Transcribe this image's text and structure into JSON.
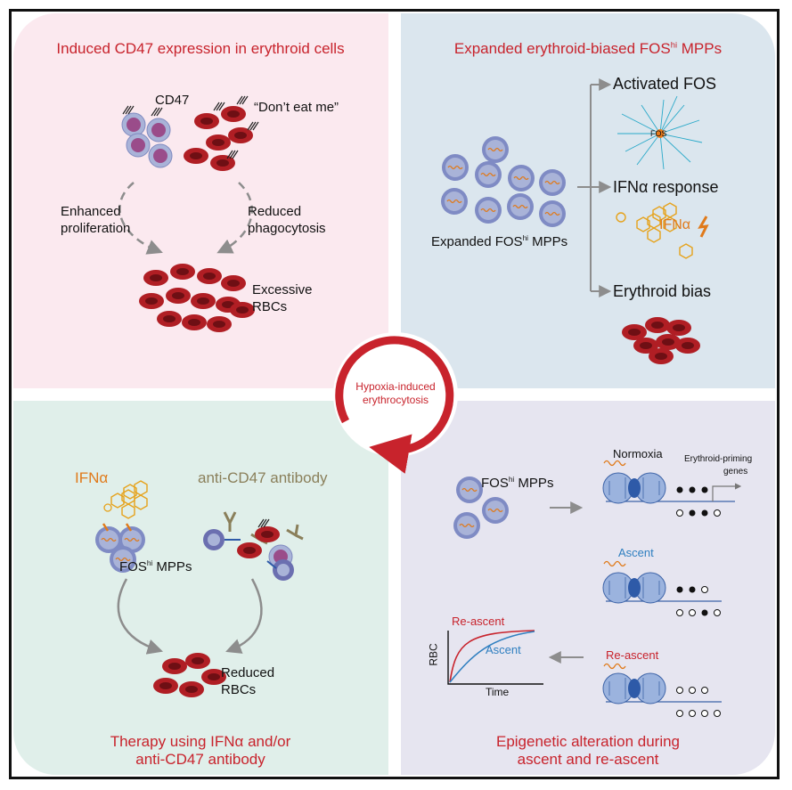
{
  "panels": {
    "top_left": {
      "title": "Induced CD47 expression in erythroid cells",
      "cd47": "CD47",
      "dont_eat_me": "“Don’t eat me”",
      "enhanced": "Enhanced",
      "proliferation": "proliferation",
      "reduced": "Reduced",
      "phagocytosis": "phagocytosis",
      "excessive": "Excessive",
      "rbcs": "RBCs"
    },
    "top_right": {
      "title_a": "Expanded erythroid-biased FOS",
      "title_sup": "hi",
      "title_b": " MPPs",
      "activated_fos": "Activated FOS",
      "fos_node": "FOS",
      "ifn_response": "IFNα response",
      "ifn_label": "IFNα",
      "expanded_a": "Expanded FOS",
      "expanded_sup": "hi",
      "expanded_b": " MPPs",
      "erythroid_bias": "Erythroid bias"
    },
    "bottom_left": {
      "ifn": "IFNα",
      "anti_cd47": "anti-CD47 antibody",
      "fos_a": "FOS",
      "fos_sup": "hi",
      "fos_b": " MPPs",
      "reduced": "Reduced",
      "rbcs": "RBCs",
      "title_line1": "Therapy using IFNα and/or",
      "title_line2": "anti-CD47 antibody"
    },
    "bottom_right": {
      "fos_a": "FOS",
      "fos_sup": "hi",
      "fos_b": " MPPs",
      "normoxia": "Normoxia",
      "priming_line1": "Erythroid-priming",
      "priming_line2": "genes",
      "ascent": "Ascent",
      "re_ascent": "Re-ascent",
      "chart_re_ascent": "Re-ascent",
      "chart_ascent": "Ascent",
      "ylabel": "RBC",
      "xlabel": "Time",
      "title_line1": "Epigenetic alteration during",
      "title_line2": "ascent and re-ascent"
    }
  },
  "center": {
    "line1": "Hypoxia-induced",
    "line2": "erythrocytosis"
  },
  "colors": {
    "red": "#c8232c",
    "rbc": "#b01e24",
    "blue_text": "#2f7fc0",
    "orange": "#e07a1a",
    "olive": "#8a7f5a",
    "cell_outer": "#a9b3d8",
    "cell_inner": "#9a4c8a",
    "arrow_gray": "#8d8d8d"
  }
}
